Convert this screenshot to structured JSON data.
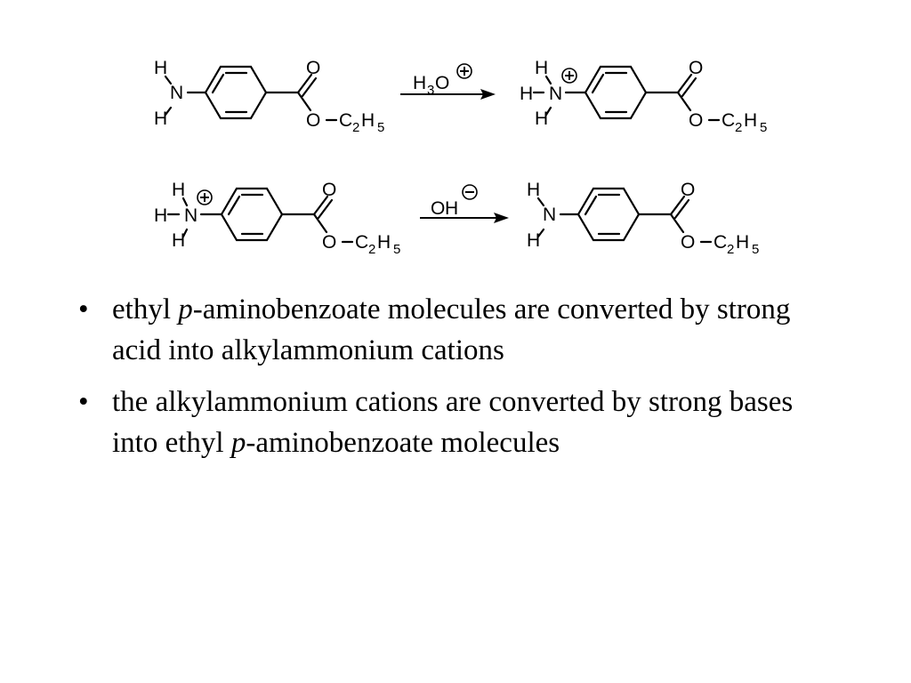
{
  "scheme": {
    "reaction_1": {
      "reactant": {
        "N": "N",
        "H_top": "H",
        "H_bottom": "H",
        "O_carbonyl": "O",
        "O_ester": "O",
        "C": "C",
        "C_sub": "2",
        "H": "H",
        "H_sub": "5"
      },
      "reagent": {
        "H": "H",
        "H_sub": "3",
        "O": "O",
        "charge": "+"
      },
      "product": {
        "N": "N",
        "H_top": "H",
        "H_left": "H",
        "H_bottom": "H",
        "charge": "+",
        "O_carbonyl": "O",
        "O_ester": "O",
        "C": "C",
        "C_sub": "2",
        "H": "H",
        "H_sub": "5"
      }
    },
    "reaction_2": {
      "reactant": {
        "N": "N",
        "H_top": "H",
        "H_left": "H",
        "H_bottom": "H",
        "charge": "+",
        "O_carbonyl": "O",
        "O_ester": "O",
        "C": "C",
        "C_sub": "2",
        "H": "H",
        "H_sub": "5"
      },
      "reagent": {
        "O": "O",
        "H": "H",
        "charge": "−"
      },
      "product": {
        "N": "N",
        "H_top": "H",
        "H_bottom": "H",
        "O_carbonyl": "O",
        "O_ester": "O",
        "C": "C",
        "C_sub": "2",
        "H": "H",
        "H_sub": "5"
      }
    }
  },
  "bullets": [
    {
      "bullet": "•",
      "before": "ethyl ",
      "italic": "p",
      "after": "-aminobenzoate molecules are converted by strong acid into alkylammonium cations"
    },
    {
      "bullet": "•",
      "before": "the alkylammonium cations are converted by strong bases into ethyl ",
      "italic": "p",
      "after": "-aminobenzoate molecules"
    }
  ]
}
